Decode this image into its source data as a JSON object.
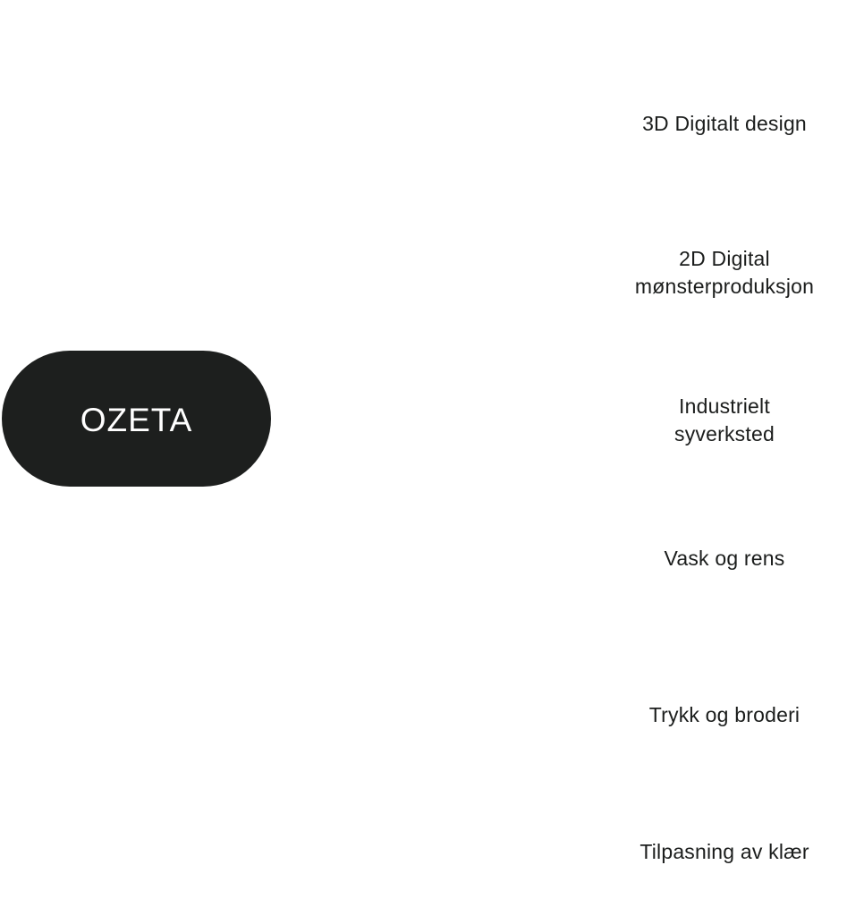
{
  "center": {
    "label": "OZETA"
  },
  "services": [
    {
      "label": "3D Digitalt design"
    },
    {
      "label": "2D Digital\nmønsterproduksjon"
    },
    {
      "label": "Industrielt\nsyverksted"
    },
    {
      "label": "Vask og rens"
    },
    {
      "label": "Trykk og broderi"
    },
    {
      "label": "Tilpasning av klær"
    }
  ],
  "colors": {
    "pill": "#1d1f1e",
    "pill_text": "#ffffff",
    "text": "#1b1d1c",
    "background": "#ffffff"
  }
}
